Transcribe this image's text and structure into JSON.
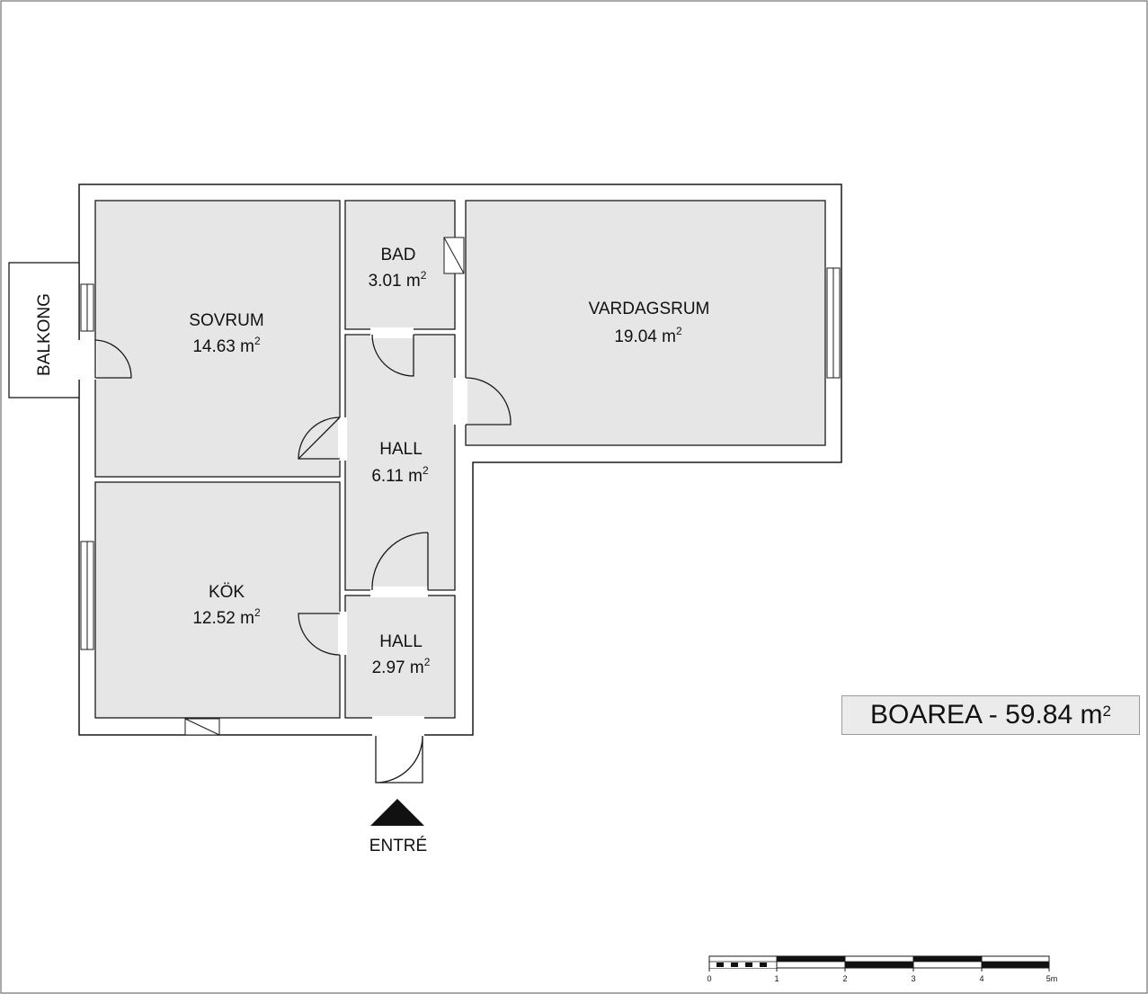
{
  "rooms": {
    "bad": {
      "name": "BAD",
      "area": "3.01 m"
    },
    "sovrum": {
      "name": "SOVRUM",
      "area": "14.63 m"
    },
    "vardagsrum": {
      "name": "VARDAGSRUM",
      "area": "19.04 m"
    },
    "hall_upper": {
      "name": "HALL",
      "area": "6.11 m"
    },
    "kok": {
      "name": "KÖK",
      "area": "12.52 m"
    },
    "hall_lower": {
      "name": "HALL",
      "area": "2.97 m"
    }
  },
  "area_unit_exponent": "2",
  "balcony_label": "BALKONG",
  "entry_label": "ENTRÉ",
  "total": {
    "label": "BOAREA - 59.84 m",
    "exponent": "2"
  },
  "scale_bar": {
    "ticks": [
      "0",
      "1",
      "2",
      "3",
      "4",
      "5m"
    ]
  },
  "colors": {
    "room_fill": "#e6e6e6",
    "wall": "#1a1a1a",
    "box_fill": "#ebebeb"
  }
}
